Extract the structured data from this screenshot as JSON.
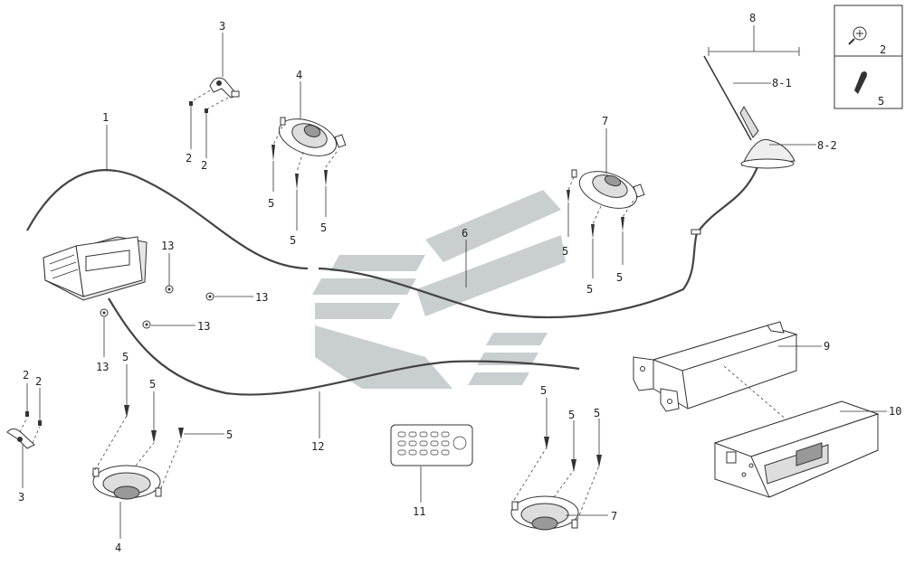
{
  "diagram": {
    "labels": {
      "cable_1": "1",
      "bracket_3_top": "3",
      "screw_2a": "2",
      "screw_2b": "2",
      "speaker_4_top": "4",
      "screw_5_a": "5",
      "screw_5_b": "5",
      "screw_5_c": "5",
      "speaker_7_top": "7",
      "screw_5_d": "5",
      "screw_5_e": "5",
      "screw_5_f": "5",
      "antenna_8": "8",
      "antenna_8_1": "8-1",
      "antenna_8_2": "8-2",
      "cable_6": "6",
      "clip_13_a": "13",
      "clip_13_b": "13",
      "clip_13_c": "13",
      "clip_13_d": "13",
      "bracket_9": "9",
      "changer_10": "10",
      "cable_12": "12",
      "remote_11": "11",
      "screw_5_g": "5",
      "screw_5_h": "5",
      "screw_5_i": "5",
      "screw_5_j": "5",
      "screw_5_k": "5",
      "screw_5_l": "5",
      "speaker_4_bottom": "4",
      "speaker_7_bottom": "7",
      "screw_2c": "2",
      "screw_2d": "2",
      "bracket_3_bottom": "3",
      "legend_screw_2": "2",
      "legend_screw_5": "5"
    }
  }
}
